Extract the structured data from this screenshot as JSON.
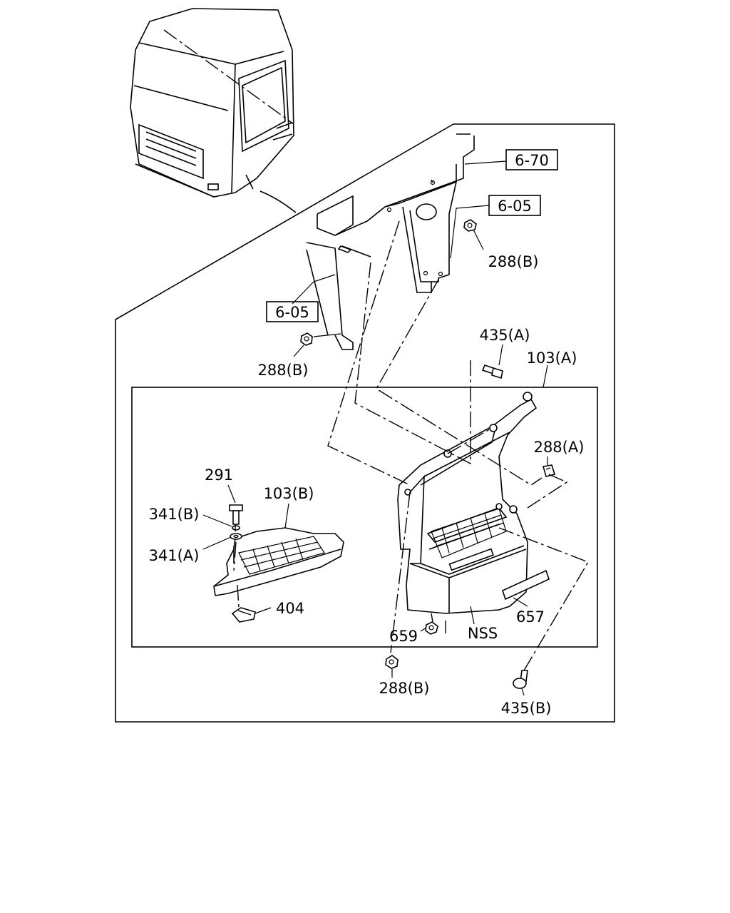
{
  "refs": {
    "r670": "6-70",
    "r605a": "6-05",
    "r605b": "6-05"
  },
  "labels": {
    "l288b_top": "288(B)",
    "l288b_left": "288(B)",
    "l435a": "435(A)",
    "l103a": "103(A)",
    "l288a": "288(A)",
    "l291": "291",
    "l103b": "103(B)",
    "l341b": "341(B)",
    "l341a": "341(A)",
    "l404": "404",
    "l657": "657",
    "l659": "659",
    "lnss": "NSS",
    "l288b_bottom": "288(B)",
    "l435b": "435(B)"
  }
}
